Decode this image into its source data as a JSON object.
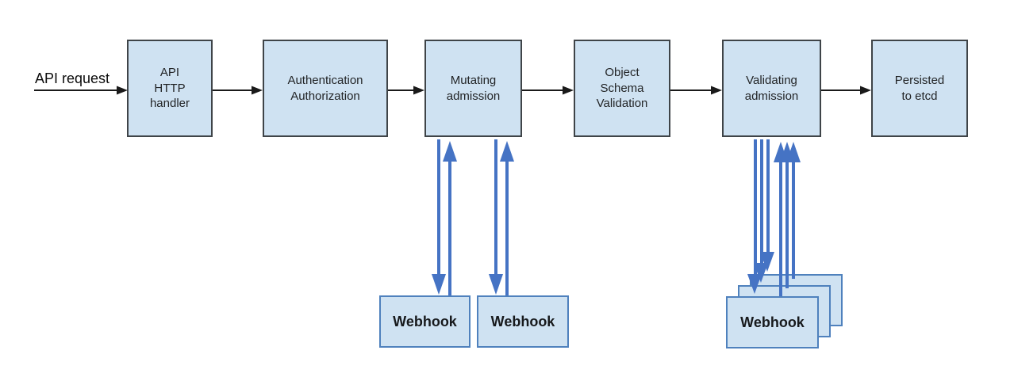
{
  "diagram": {
    "request_label": "API request",
    "stages": [
      {
        "label": "API\nHTTP\nhandler"
      },
      {
        "label": "Authentication\nAuthorization"
      },
      {
        "label": "Mutating\nadmission"
      },
      {
        "label": "Object\nSchema\nValidation"
      },
      {
        "label": "Validating\nadmission"
      },
      {
        "label": "Persisted\nto etcd"
      }
    ],
    "mutating_webhooks": [
      {
        "label": "Webhook"
      },
      {
        "label": "Webhook"
      }
    ],
    "validating_webhook_stack": {
      "front_label": "Webhook",
      "stacked_count": 3
    },
    "colors": {
      "box_fill": "#cfe2f2",
      "stage_border": "#3f4448",
      "webhook_border": "#4f81bd",
      "flow_arrow_black": "#1a1a1a",
      "webhook_arrow_blue": "#4573c4"
    }
  }
}
